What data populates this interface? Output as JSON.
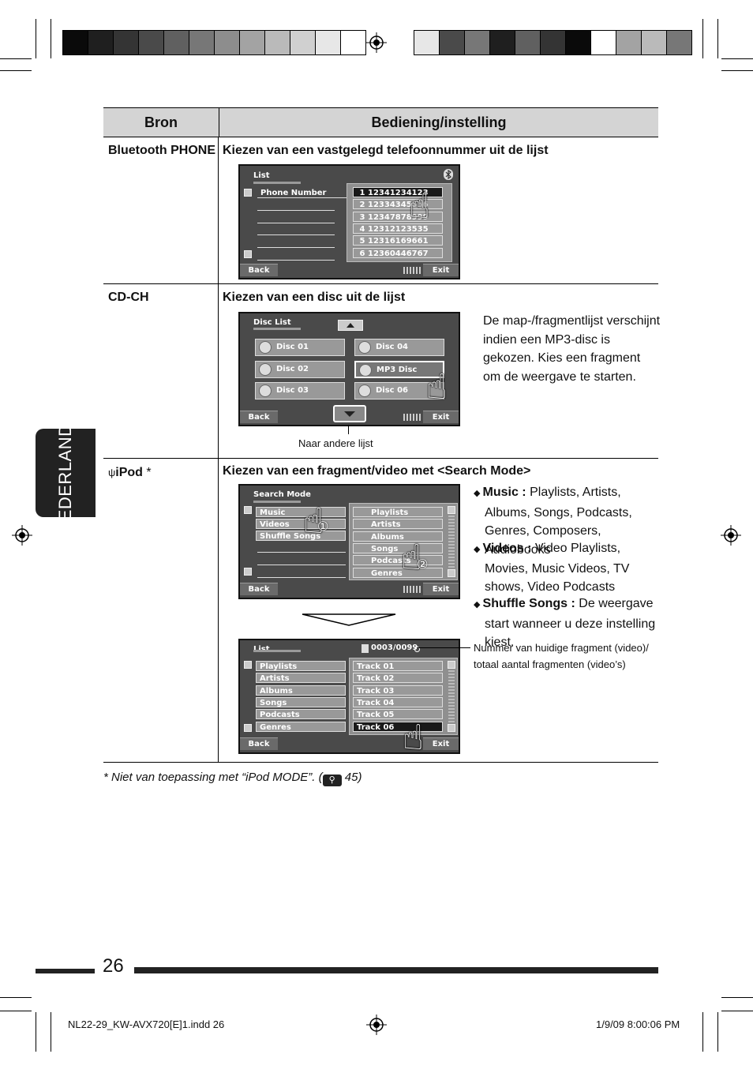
{
  "colors": {
    "header_bg": "#d4d4d4",
    "side_tab": "#222222"
  },
  "swatches_left": [
    "#0a0a0a",
    "#1f1f1f",
    "#343434",
    "#4a4a4a",
    "#606060",
    "#777777",
    "#8d8d8d",
    "#a3a3a3",
    "#bababa",
    "#d0d0d0",
    "#e7e7e7",
    "#ffffff"
  ],
  "swatches_right": [
    "#e7e7e7",
    "#4a4a4a",
    "#777777",
    "#1f1f1f",
    "#606060",
    "#343434",
    "#0a0a0a",
    "#ffffff",
    "#a3a3a3",
    "#bababa",
    "#777777"
  ],
  "table": {
    "col_source": "Bron",
    "col_operation": "Bediening/instelling",
    "rows": [
      {
        "source": "Bluetooth PHONE",
        "title": "Kiezen van een vastgelegd telefoonnummer uit de lijst"
      },
      {
        "source": "CD-CH",
        "title": "Kiezen van een disc uit de lijst"
      },
      {
        "source": "iPod",
        "source_mark": "*",
        "title": "Kiezen van een fragment/video met <Search Mode>"
      }
    ]
  },
  "phone_screen": {
    "title": "List",
    "left_label": "Phone Number",
    "numbers": [
      {
        "idx": "1",
        "num": "12341234123"
      },
      {
        "idx": "2",
        "num": "12334345656"
      },
      {
        "idx": "3",
        "num": "12347878999"
      },
      {
        "idx": "4",
        "num": "12312123535"
      },
      {
        "idx": "5",
        "num": "12316169661"
      },
      {
        "idx": "6",
        "num": "12360446767"
      }
    ],
    "back": "Back",
    "exit": "Exit"
  },
  "disc_screen": {
    "title": "Disc List",
    "discs": [
      "Disc 01",
      "Disc 04",
      "Disc 02",
      "MP3 Disc",
      "Disc 03",
      "Disc 06"
    ],
    "back": "Back",
    "exit": "Exit",
    "caption": "Naar andere lijst"
  },
  "cd_description": "De map-/fragmentlijst verschijnt indien een MP3-disc is gekozen. Kies een fragment om de weergave te starten.",
  "search_screen": {
    "title": "Search Mode",
    "left": [
      "Music",
      "Videos",
      "Shuffle Songs"
    ],
    "right": [
      "Playlists",
      "Artists",
      "Albums",
      "Songs",
      "Podcasts",
      "Genres"
    ],
    "step1": "①",
    "step2": "②",
    "back": "Back",
    "exit": "Exit"
  },
  "track_screen": {
    "title": "List",
    "counter": "0003/0099",
    "left": [
      "Playlists",
      "Artists",
      "Albums",
      "Songs",
      "Podcasts",
      "Genres"
    ],
    "right": [
      "Track 01",
      "Track 02",
      "Track 03",
      "Track 04",
      "Track 05",
      "Track 06"
    ],
    "back": "Back",
    "exit": "Exit"
  },
  "ipod_bullets": [
    {
      "term": "Music :",
      "text": " Playlists, Artists, Albums, Songs, Podcasts, Genres, Composers, Audiobooks"
    },
    {
      "term": "Videos :",
      "text": " Video Playlists, Movies, Music Videos, TV shows, Video Podcasts"
    },
    {
      "term": "Shuffle Songs :",
      "text": " De weergave start wanneer u deze instelling kiest."
    }
  ],
  "counter_note": "Nummer van huidige fragment (video)/ totaal aantal fragmenten (video’s)",
  "footnote": "*  Niet van toepassing met “iPod MODE”. (",
  "footnote_ref": "45)",
  "side_tab": "NEDERLANDS",
  "page_number": "26",
  "footer_left": "NL22-29_KW-AVX720[E]1.indd   26",
  "footer_right": "1/9/09   8:00:06 PM"
}
